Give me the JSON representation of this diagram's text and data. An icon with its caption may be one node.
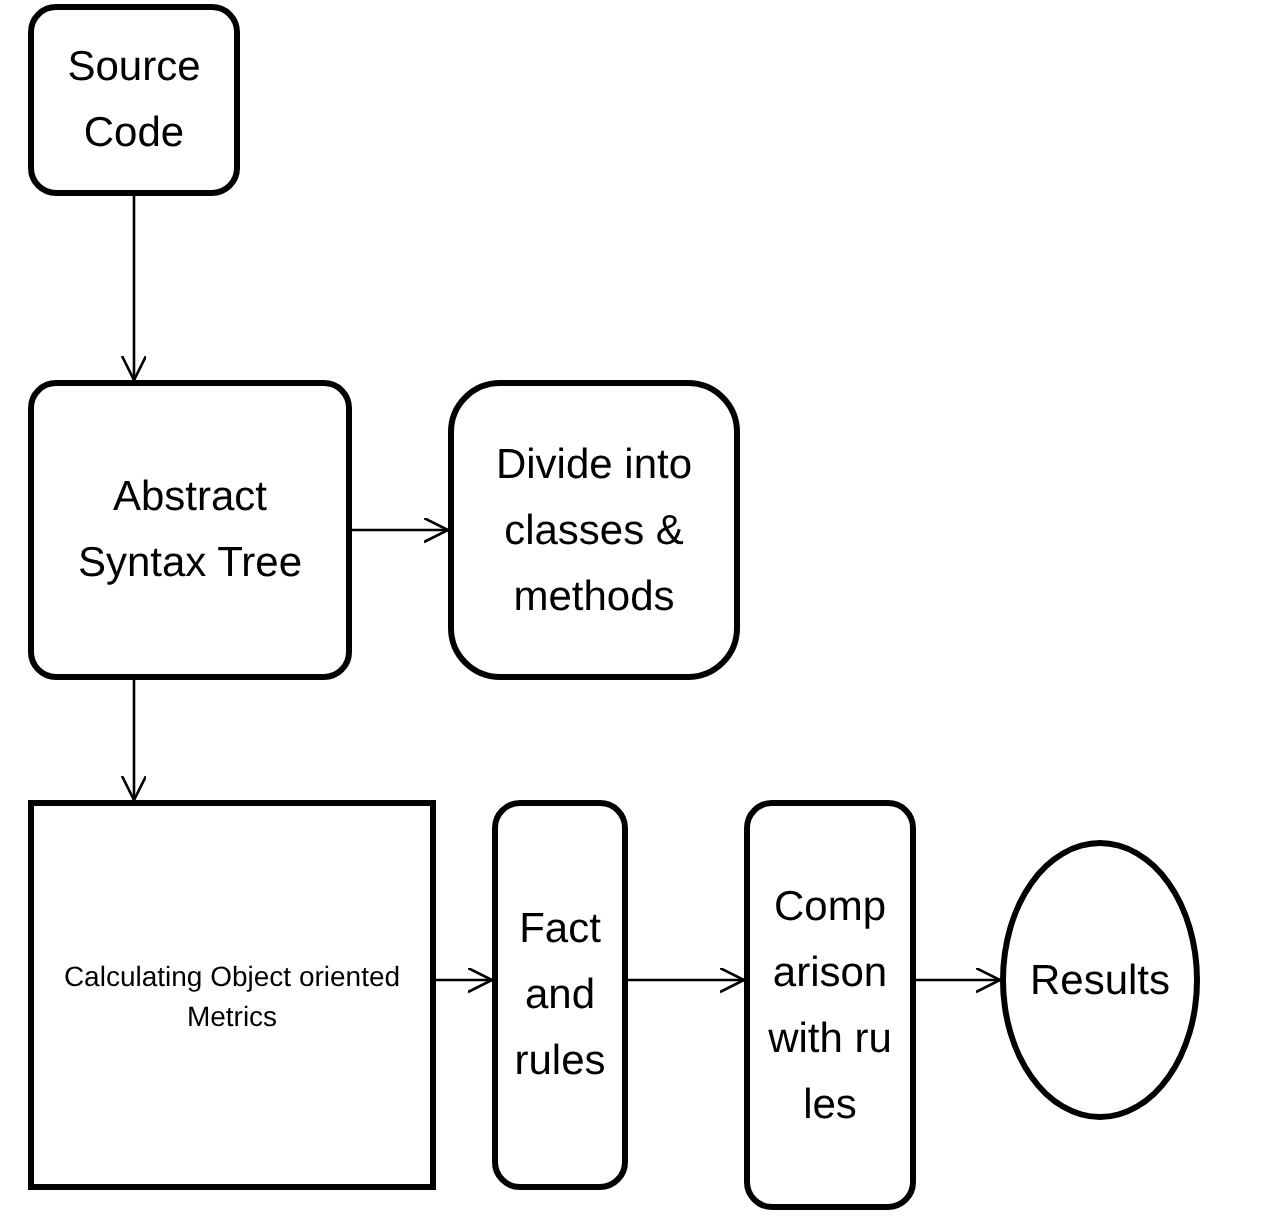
{
  "diagram": {
    "nodes": [
      {
        "text": [
          "Source Code"
        ]
      },
      {
        "text": [
          "Abstract Syntax Tree"
        ]
      },
      {
        "text": [
          "Divide into classes & methods"
        ]
      },
      {
        "text": [
          "Calculating Object oriented Metrics"
        ]
      },
      {
        "text": [
          "Fact and rules"
        ]
      },
      {
        "text": [
          "Comparison with rules"
        ]
      },
      {
        "text": [
          "Results"
        ]
      }
    ],
    "edges": [
      {
        "from": 0,
        "to": 1,
        "arrow": "to"
      },
      {
        "from": 1,
        "to": 2,
        "arrow": "to"
      },
      {
        "from": 1,
        "to": 3,
        "arrow": "to"
      },
      {
        "from": 3,
        "to": 4,
        "arrow": "to"
      },
      {
        "from": 4,
        "to": 5,
        "arrow": "to"
      },
      {
        "from": 5,
        "to": 6,
        "arrow": "to"
      }
    ]
  }
}
